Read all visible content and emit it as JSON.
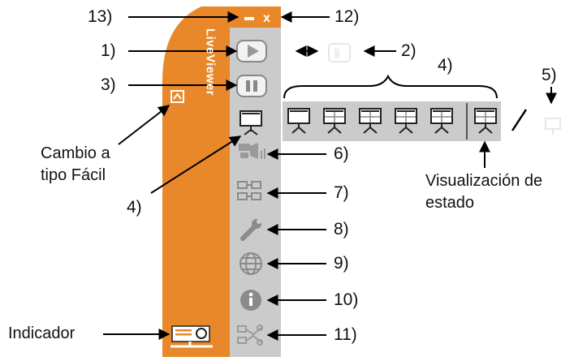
{
  "panel": {
    "brand_text": "LiveViewer",
    "accent_color": "#e8882a",
    "button_bg": "#cbcbcb",
    "icons": {
      "minimize": "minimize-icon",
      "close": "close-icon",
      "play": "play-icon",
      "pause": "pause-icon",
      "presentation": "projector-screen-icon",
      "speaker": "speaker-icon",
      "network": "network-icon",
      "settings": "wrench-icon",
      "web": "globe-icon",
      "info": "info-icon",
      "disconnect": "disconnect-icon",
      "indicator": "projector-indicator-icon",
      "easy_mode": "collapse-icon"
    }
  },
  "callouts": {
    "n1": "1)",
    "n2": "2)",
    "n3": "3)",
    "n4_top": "4)",
    "n4_bottom": "4)",
    "n5": "5)",
    "n6": "6)",
    "n7": "7)",
    "n8": "8)",
    "n9": "9)",
    "n10": "10)",
    "n11": "11)",
    "n12": "12)",
    "n13": "13)"
  },
  "labels": {
    "easy_mode": "Cambio a\ntipo Fácil",
    "status_view": "Visualización de\nestado",
    "indicator": "Indicador",
    "slash": "/"
  }
}
